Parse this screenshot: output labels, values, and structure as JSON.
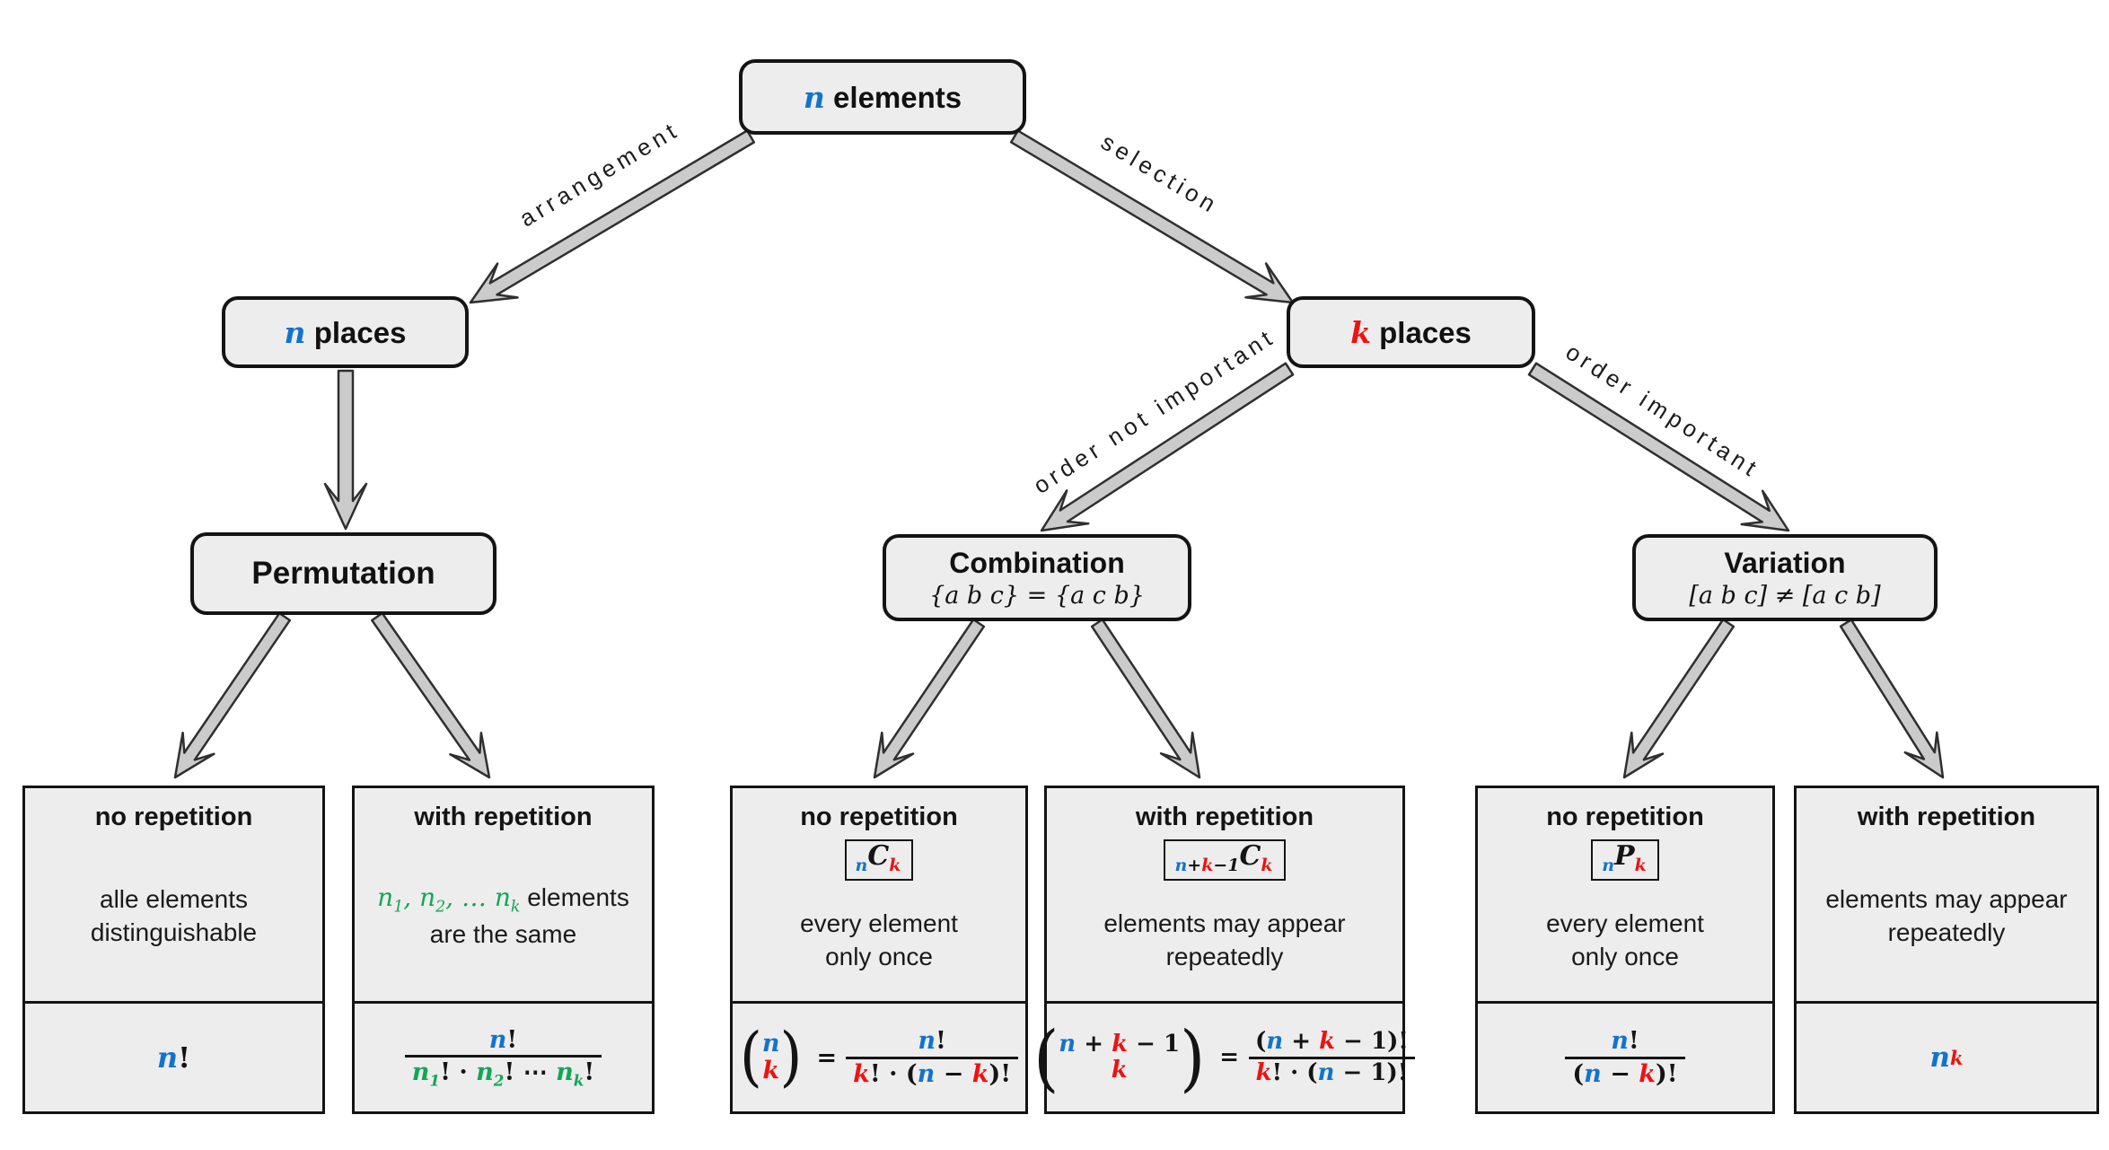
{
  "colors": {
    "blue": "#1273CE",
    "red": "#F01111",
    "green": "#12A656",
    "box_fill": "#EDEDED",
    "arrow_fill": "#CBCBCB",
    "border": "#141414"
  },
  "nodes": {
    "root": {
      "var": "n",
      "rest": " elements"
    },
    "n_places": {
      "var": "n",
      "rest": " places"
    },
    "k_places": {
      "var": "k",
      "rest": " places"
    },
    "permutation": {
      "title": "Permutation"
    },
    "combination": {
      "title": "Combination",
      "subtitle": "{a b c} = {a c b}"
    },
    "variation": {
      "title": "Variation",
      "subtitle": "[a b c] ≠ [a c b]"
    }
  },
  "edges": {
    "arrangement": "arrangement",
    "selection": "selection",
    "order_not_important": "order not important",
    "order_important": "order important"
  },
  "leaves": [
    {
      "title": "no repetition",
      "d1": "alle elements",
      "d2": "distinguishable"
    },
    {
      "title": "with repetition",
      "d1_rest": " elements",
      "d2": "are the same"
    },
    {
      "title": "no repetition",
      "d1": "every element",
      "d2": "only once"
    },
    {
      "title": "with repetition",
      "d1": "elements may appear",
      "d2": "repeatedly"
    },
    {
      "title": "no repetition",
      "d1": "every element",
      "d2": "only once"
    },
    {
      "title": "with repetition",
      "d1": "elements may appear",
      "d2": "repeatedly"
    }
  ],
  "sym": {
    "n": "n",
    "k": "k",
    "one": "1",
    "two": "2",
    "bang": "!",
    "eq": "=",
    "plus": "+",
    "minus": "−",
    "plus_t": " + ",
    "minus_t": " − ",
    "cdot": " · ",
    "cdots": " ⋯ ",
    "comma": ", ",
    "commadots": ", … ",
    "lp": "(",
    "rp": ")",
    "rp_bang": ")!",
    "minus_one": "−1",
    "C": "C",
    "P": "P"
  }
}
